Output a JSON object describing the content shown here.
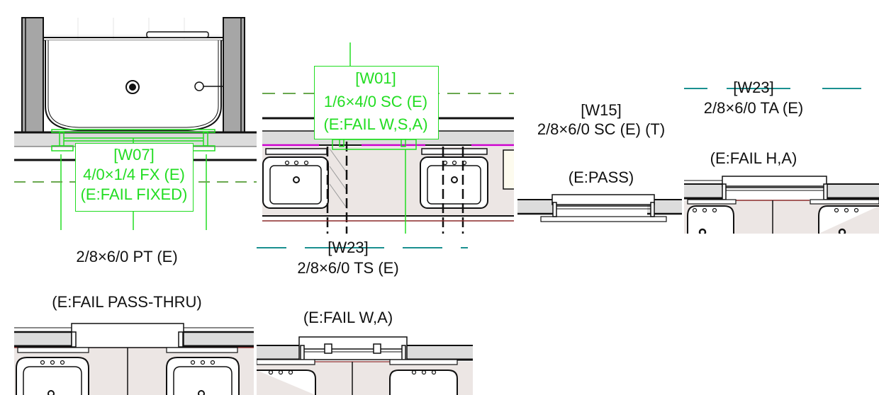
{
  "title": "Window egress compliance tags — plan details",
  "colors": {
    "tag_green": "#22dd22",
    "wall_gray": "#a6a6a6",
    "wall_light": "#dcdcdc",
    "cabinet_fill": "#ece6e4",
    "dash_green": "#6aa84f",
    "dash_teal": "#1a9090",
    "magenta": "#cc00cc",
    "maroon": "#8b2a2a"
  },
  "panels": [
    {
      "id": "W07",
      "style": "green-tag",
      "tag": "[W07]",
      "size_type": "4/0×1/4 FX (E)",
      "status": "(E:FAIL FIXED)",
      "fixture": "bathtub"
    },
    {
      "id": "W01",
      "style": "green-tag",
      "tag": "[W01]",
      "size_type": "1/6×4/0 SC (E)",
      "status": "(E:FAIL W,S,A)",
      "fixture": "sinks"
    },
    {
      "id": "W15",
      "style": "black",
      "tag": "[W15]",
      "size_type": "2/8×6/0 SC (E) (T)",
      "status": "(E:PASS)",
      "fixture": "wall-window"
    },
    {
      "id": "W23-TA",
      "style": "black",
      "tag": "[W23]",
      "size_type": "2/8×6/0 TA (E)",
      "status": "(E:FAIL H,A)",
      "fixture": "sinks"
    },
    {
      "id": "PT",
      "style": "black",
      "tag": "",
      "size_type": "2/8×6/0 PT (E)",
      "status": "(E:FAIL PASS-THRU)",
      "fixture": "sinks"
    },
    {
      "id": "W23-TS",
      "style": "black",
      "tag": "[W23]",
      "size_type": "2/8×6/0 TS (E)",
      "status": "(E:FAIL W,A)",
      "fixture": "sinks"
    }
  ]
}
